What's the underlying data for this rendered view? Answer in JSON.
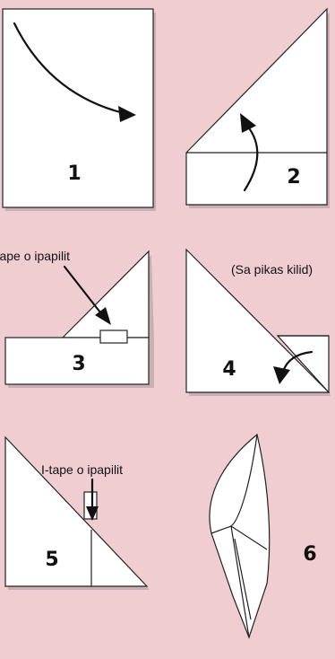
{
  "steps": [
    {
      "number": "1"
    },
    {
      "number": "2"
    },
    {
      "number": "3",
      "annotation": "I-tape o ipapilit"
    },
    {
      "number": "4",
      "annotation": "(Sa pikas kilid)"
    },
    {
      "number": "5",
      "annotation": "I-tape o ipapilit"
    },
    {
      "number": "6"
    }
  ],
  "colors": {
    "background": "#f0cdd1",
    "paper": "#ffffff",
    "outline": "#222222"
  }
}
